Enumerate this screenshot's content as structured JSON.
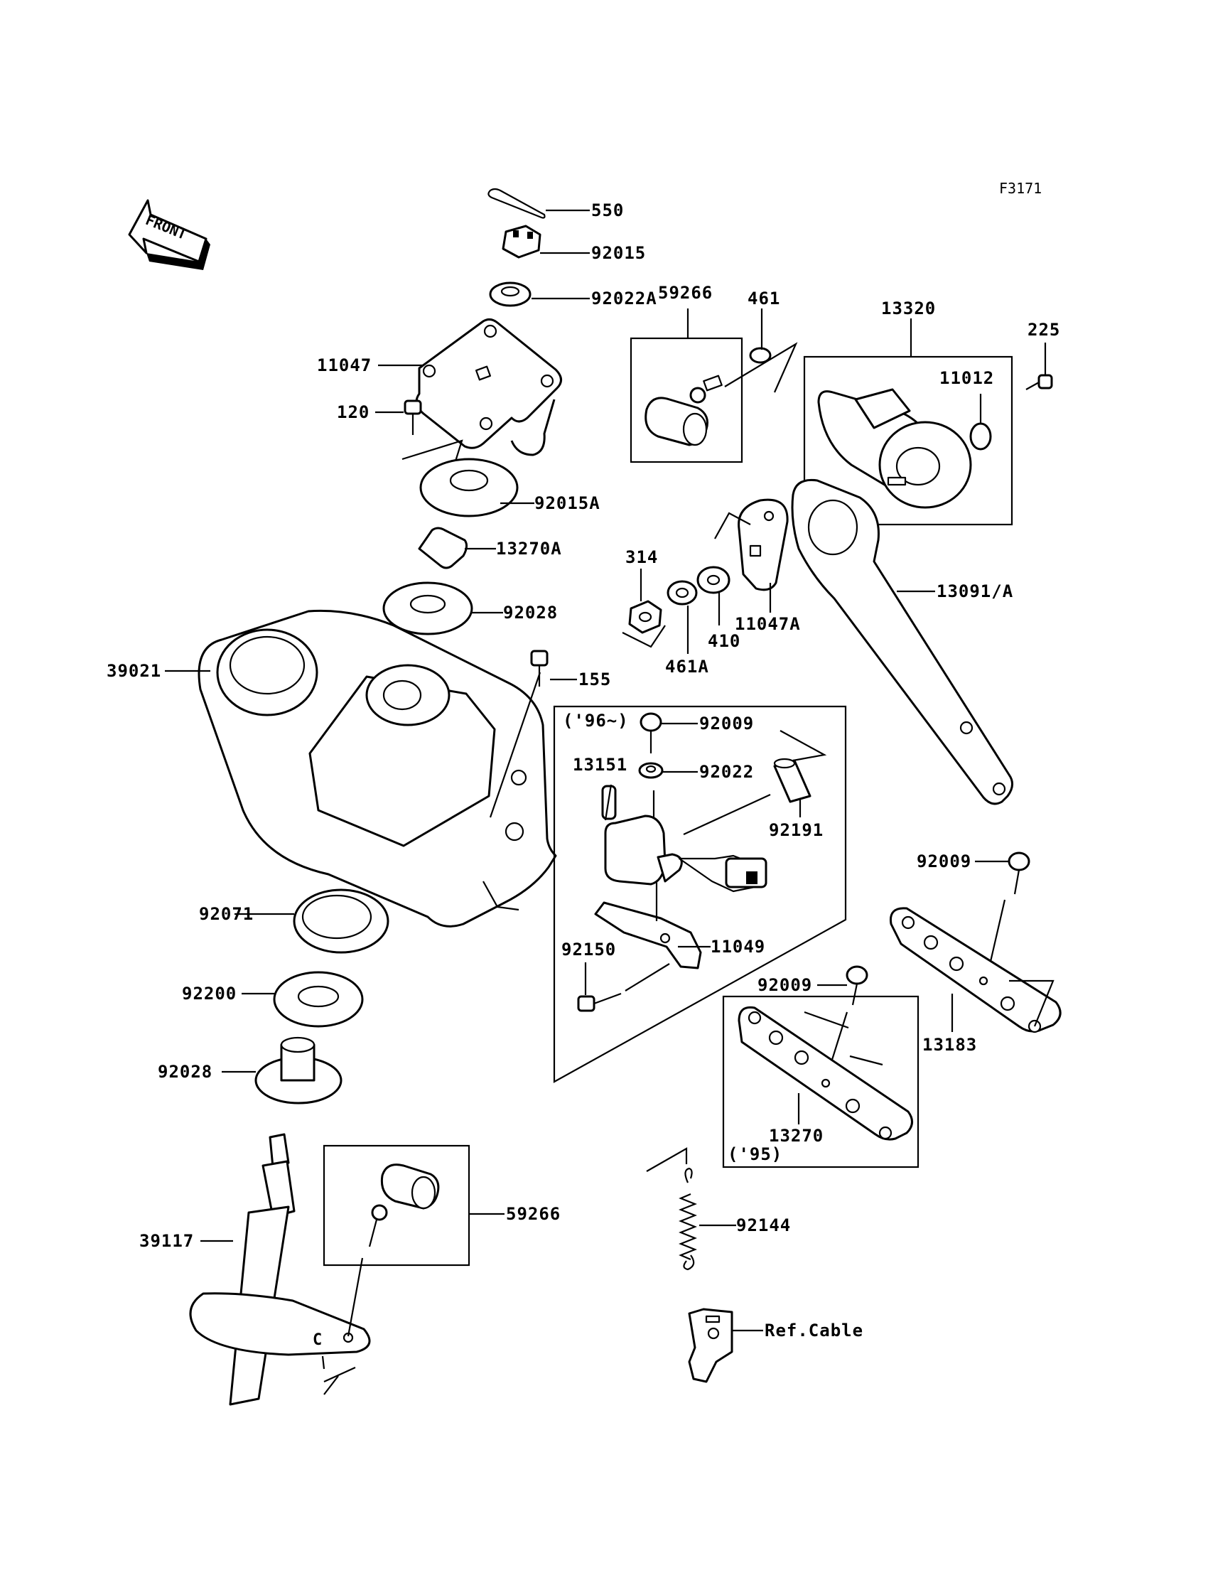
{
  "figure_code": "F3171",
  "front_arrow_label": "FRONT",
  "labels": {
    "l550": "550",
    "l92015": "92015",
    "l92022A": "92022A",
    "l11047": "11047",
    "l120": "120",
    "l92015A": "92015A",
    "l13270A": "13270A",
    "l92028_top": "92028",
    "l39021": "39021",
    "l155": "155",
    "l92071": "92071",
    "l92200": "92200",
    "l92028_bot": "92028",
    "l39117": "39117",
    "l59266_bot": "59266",
    "l59266_top": "59266",
    "l461": "461",
    "l13320": "13320",
    "l225": "225",
    "l11012": "11012",
    "l314": "314",
    "l461A": "461A",
    "l410": "410",
    "l11047A": "11047A",
    "l13091A": "13091/A",
    "l96note": "('96~)",
    "l92009_a": "92009",
    "l13151": "13151",
    "l92022": "92022",
    "l92191": "92191",
    "l11049": "11049",
    "l92150": "92150",
    "l92009_b": "92009",
    "l92009_c": "92009",
    "l13183": "13183",
    "l13270": "13270",
    "l95note": "('95)",
    "l92144": "92144",
    "lrefcable": "Ref.Cable"
  }
}
